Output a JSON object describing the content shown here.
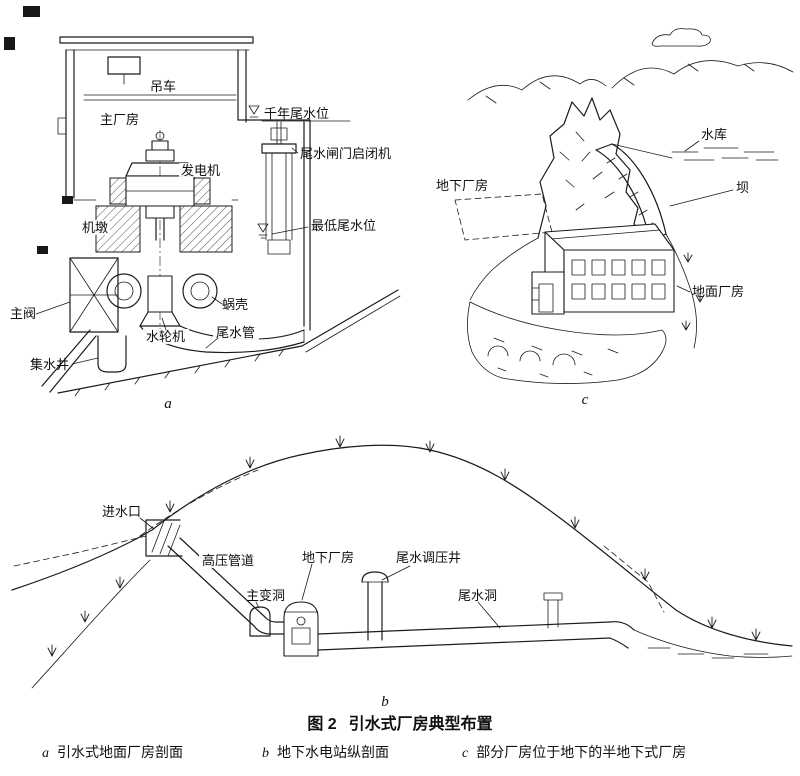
{
  "colors": {
    "ink": "#1b1b1b",
    "background": "#ffffff"
  },
  "figure": {
    "figure_label": "图 2",
    "title": "引水式厂房典型布置",
    "subcaptions": [
      {
        "key": "a",
        "text": "引水式地面厂房剖面"
      },
      {
        "key": "b",
        "text": "地下水电站纵剖面"
      },
      {
        "key": "c",
        "text": "部分厂房位于地下的半地下式厂房"
      }
    ]
  },
  "diagram_a": {
    "key": "a",
    "annotations": {
      "crane": "吊车",
      "main_powerhouse": "主厂房",
      "design_tailwater_level": "千年尾水位",
      "tail_gate_hoist": "尾水闸门启闭机",
      "generator": "发电机",
      "lowest_tailwater_level": "最低尾水位",
      "machine_pier": "机墩",
      "main_valve": "主阀",
      "spiral_case": "蜗壳",
      "turbine": "水轮机",
      "draft_tube": "尾水管",
      "drainage_sump": "集水井"
    }
  },
  "diagram_b": {
    "key": "b",
    "annotations": {
      "intake": "进水口",
      "penstock": "高压管道",
      "underground_powerhouse": "地下厂房",
      "tail_surge_shaft": "尾水调压井",
      "transformer_cavern": "主变洞",
      "tailrace_tunnel": "尾水洞"
    }
  },
  "diagram_c": {
    "key": "c",
    "annotations": {
      "reservoir": "水库",
      "underground_powerhouse": "地下厂房",
      "dam": "坝",
      "surface_powerhouse": "地面厂房"
    }
  }
}
